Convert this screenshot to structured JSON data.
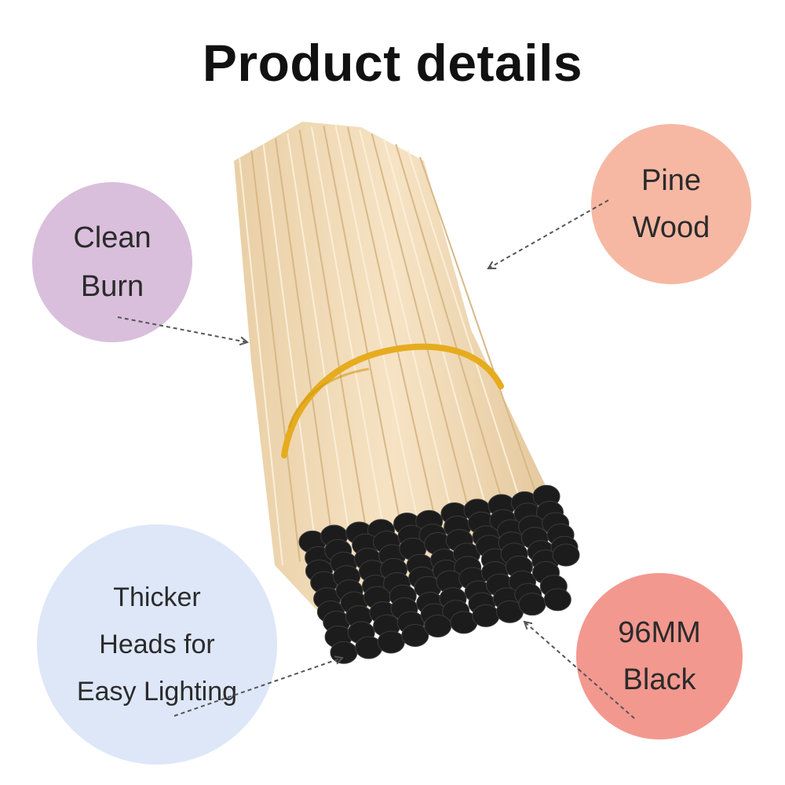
{
  "title": "Product details",
  "colors": {
    "clean_burn_bubble": "#d9bfdc",
    "pine_wood_bubble": "#f6b8a3",
    "thicker_heads_bubble": "#dde7f8",
    "black_bubble": "#f3988f",
    "wood": "#f1dcbc",
    "match_head": "#1c1c1c",
    "rubber_band": "#e6ac1e"
  },
  "features": {
    "clean_burn": "Clean\nBurn",
    "pine_wood": "Pine\nWood",
    "thicker_heads": "Thicker\nHeads for\nEasy Lighting",
    "black_96mm": "96MM\nBlack"
  }
}
